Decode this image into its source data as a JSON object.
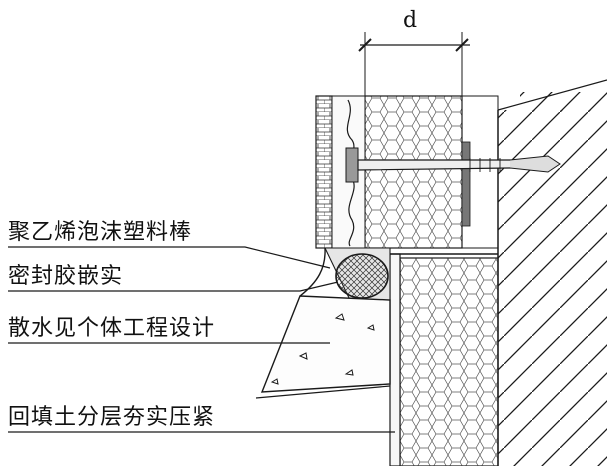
{
  "dimension_label": "d",
  "labels": [
    "聚乙烯泡沫塑料棒",
    "密封胶嵌实",
    "散水见个体工程设计",
    "回填土分层夯实压紧"
  ],
  "colors": {
    "line": "#1a1a1a",
    "insulation_fill": "#f2f2f2",
    "sealant": "#d0d0d0"
  }
}
